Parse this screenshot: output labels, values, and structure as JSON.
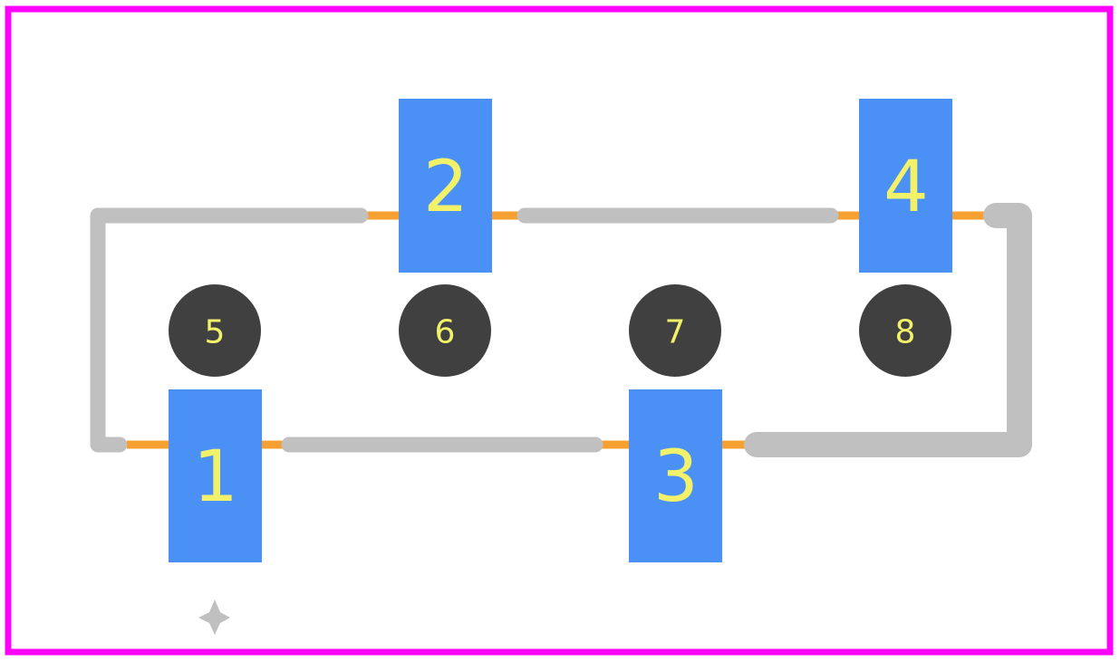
{
  "colors": {
    "background": "#ffffff",
    "board_outline": "#ff00ff",
    "smd_pad": "#4a90f5",
    "through_hole_pad": "#404040",
    "pad_label": "#f2f26a",
    "trace": "#c0c0c0",
    "pin_lead": "#f5a030",
    "origin_marker": "#c0c0c0"
  },
  "smd_pads": [
    {
      "id": "1",
      "label": "1"
    },
    {
      "id": "2",
      "label": "2"
    },
    {
      "id": "3",
      "label": "3"
    },
    {
      "id": "4",
      "label": "4"
    }
  ],
  "through_hole_pads": [
    {
      "id": "5",
      "label": "5"
    },
    {
      "id": "6",
      "label": "6"
    },
    {
      "id": "7",
      "label": "7"
    },
    {
      "id": "8",
      "label": "8"
    }
  ],
  "icons": {
    "origin": "origin-marker-icon"
  }
}
